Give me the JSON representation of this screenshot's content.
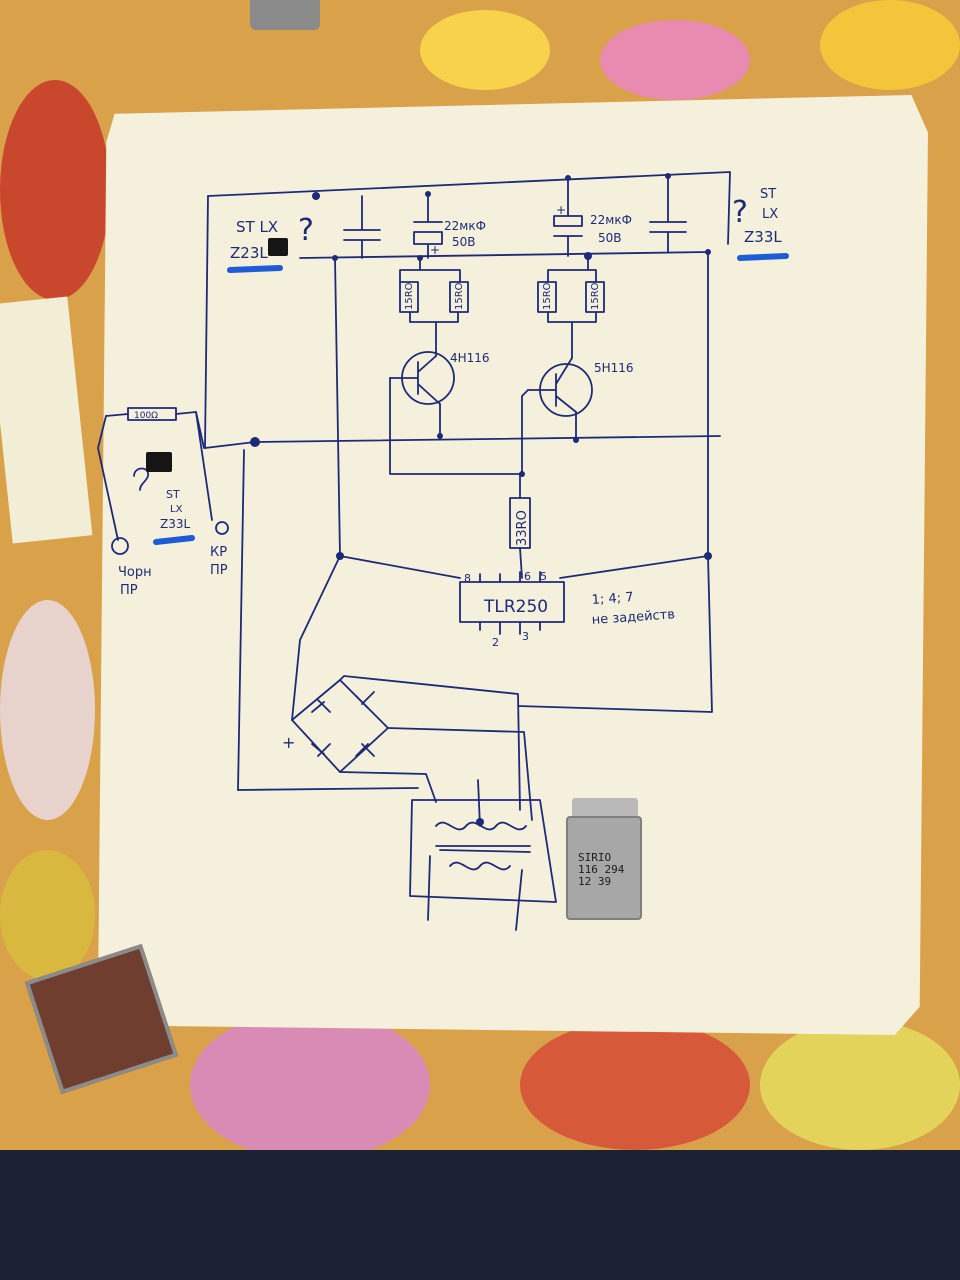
{
  "diagram": {
    "top_left_ic": {
      "line1": "ST LX",
      "line2": "Z23L"
    },
    "top_right_ic": {
      "line1": "ST",
      "line2": "LX",
      "line3": "Z33L"
    },
    "left_ic": {
      "line1": "ST",
      "line2": "LX",
      "line3": "Z33L"
    },
    "capacitor_left": {
      "value": "22мкФ",
      "voltage": "50В"
    },
    "capacitor_right": {
      "value": "22мкФ",
      "voltage": "50В"
    },
    "resistors": [
      "15RO",
      "15RO",
      "15RO",
      "15RO"
    ],
    "transistor_left": "4Н116",
    "transistor_right": "5Н116",
    "resistor_base": "33RO",
    "resistor_top_left": "100Ω",
    "ic": {
      "name": "TLR250",
      "pin8": "8",
      "pin6": "6",
      "pin5": "5",
      "pin2": "2",
      "pin3": "3"
    },
    "note": {
      "line1": "1; 4; 7",
      "line2": "не задейств"
    },
    "wire_black": {
      "line1": "Чорн",
      "line2": "ПР"
    },
    "wire_red": {
      "line1": "КР",
      "line2": "ПР"
    },
    "question": "?",
    "plus": "+"
  },
  "relay_label": {
    "line1": "SIRIO",
    "line2": "116 294",
    "line3": "12 39"
  },
  "colors": {
    "ink": "#1d2a78",
    "highlight": "#1e5bd6",
    "paper": "#f4f0dc"
  }
}
